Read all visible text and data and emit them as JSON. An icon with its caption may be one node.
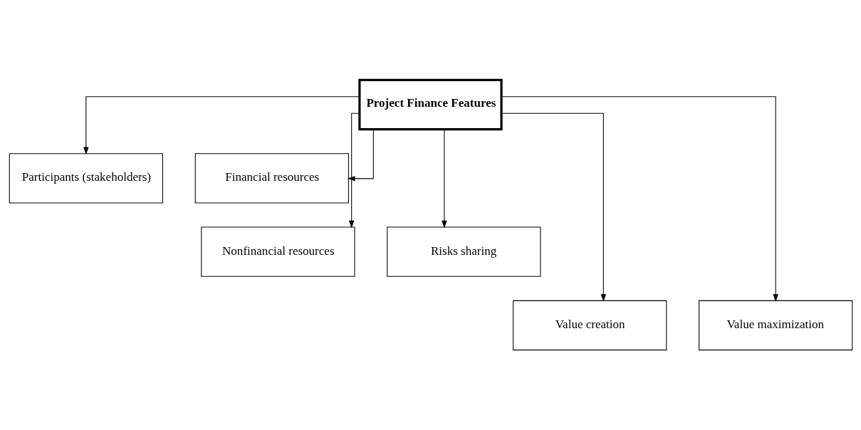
{
  "diagram": {
    "nodes": [
      {
        "text": [
          "Project Finance Features"
        ]
      },
      {
        "text": [
          "Participants (stakeholders)"
        ]
      },
      {
        "text": [
          "Financial resources"
        ]
      },
      {
        "text": [
          "Nonfinancial resources"
        ]
      },
      {
        "text": [
          "Risks sharing"
        ]
      },
      {
        "text": [
          "Value creation"
        ]
      },
      {
        "text": [
          "Value maximization"
        ]
      }
    ],
    "edges": [
      {
        "from": 0,
        "to": 1,
        "arrow": "to"
      },
      {
        "from": 0,
        "to": 2,
        "arrow": "to"
      },
      {
        "from": 0,
        "to": 3,
        "arrow": "to"
      },
      {
        "from": 0,
        "to": 4,
        "arrow": "to"
      },
      {
        "from": 0,
        "to": 5,
        "arrow": "to"
      },
      {
        "from": 0,
        "to": 6,
        "arrow": "to"
      }
    ]
  }
}
